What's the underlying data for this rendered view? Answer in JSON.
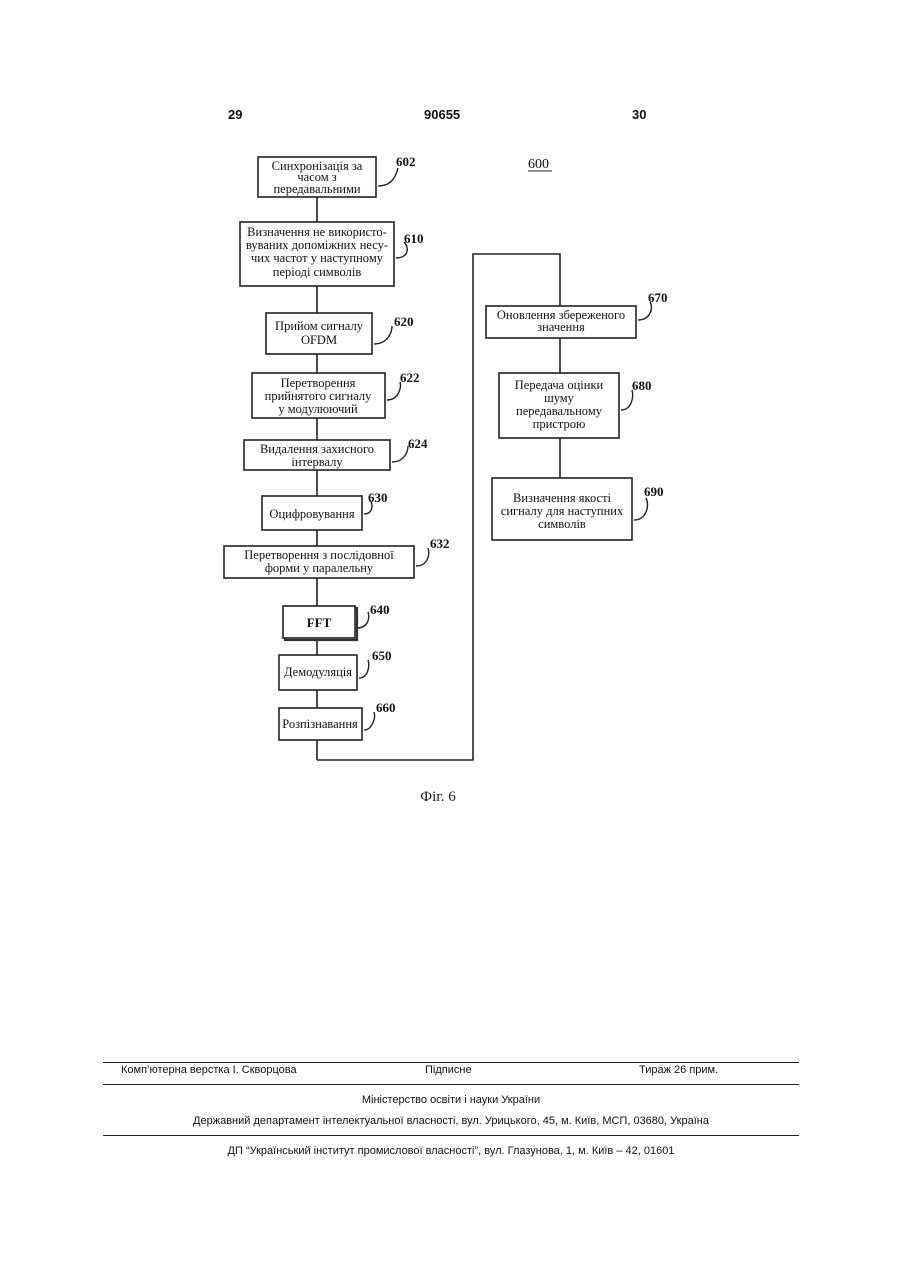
{
  "header": {
    "left_page": "29",
    "patent_no": "90655",
    "right_page": "30"
  },
  "figure": {
    "id_label": "600",
    "caption": "Фіг. 6",
    "boxes": [
      {
        "ref": "602",
        "lines": [
          "Синхронізація за",
          "часом з",
          "передавальними"
        ]
      },
      {
        "ref": "610",
        "lines": [
          "Визначення не використо-",
          "вуваних допоміжних несу-",
          "чих частот у наступному",
          "періоді символів"
        ]
      },
      {
        "ref": "620",
        "lines": [
          "Прийом сигналу",
          "OFDM"
        ]
      },
      {
        "ref": "622",
        "lines": [
          "Перетворення",
          "прийнятого сигналу",
          "у модулюючий"
        ]
      },
      {
        "ref": "624",
        "lines": [
          "Видалення захисного",
          "інтервалу"
        ]
      },
      {
        "ref": "630",
        "lines": [
          "Оцифровування"
        ]
      },
      {
        "ref": "632",
        "lines": [
          "Перетворення з послідовної",
          "форми у паралельну"
        ]
      },
      {
        "ref": "640",
        "lines": [
          "FFT"
        ]
      },
      {
        "ref": "650",
        "lines": [
          "Демодуляція"
        ]
      },
      {
        "ref": "660",
        "lines": [
          "Розпізнавання"
        ]
      },
      {
        "ref": "670",
        "lines": [
          "Оновлення збереженого",
          "значення"
        ]
      },
      {
        "ref": "680",
        "lines": [
          "Передача оцінки",
          "шуму",
          "передавальному",
          "пристрою"
        ]
      },
      {
        "ref": "690",
        "lines": [
          "Визначення якості",
          "сигналу для наступних",
          "символів"
        ]
      }
    ]
  },
  "footer": {
    "layout_by": "Комп’ютерна верстка І. Скворцова",
    "signed": "Підписне",
    "circulation": "Тираж 26 прим.",
    "ministry": "Міністерство освіти і науки України",
    "department": "Державний департамент інтелектуальної власності, вул. Урицького, 45, м. Київ, МСП, 03680, Україна",
    "institute": "ДП “Український інститут промислової власності”, вул. Глазунова, 1, м. Київ – 42, 01601"
  }
}
